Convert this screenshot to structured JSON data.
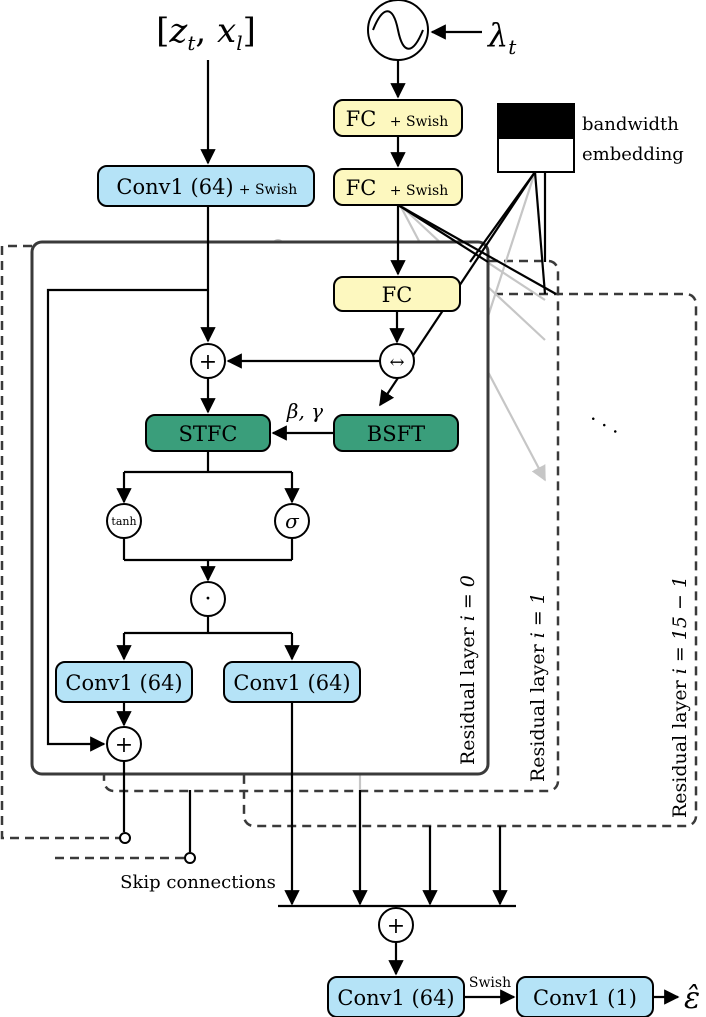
{
  "inputs": {
    "concat_input": "[z_t, x_l]",
    "concat_z": "z",
    "concat_zsub": "t",
    "concat_x": "x",
    "concat_xsub": "l",
    "noise_level": "λ",
    "noise_level_sub": "t"
  },
  "embedding": {
    "label_line1": "bandwidth",
    "label_line2": "embedding"
  },
  "blocks": {
    "fc_swish_1": "FC",
    "fc_swish_2": "FC",
    "swish_suffix": "+ Swish",
    "conv_in": "Conv1 (64)",
    "fc_layer": "FC",
    "stfc": "STFC",
    "bsft": "BSFT",
    "conv_left": "Conv1 (64)",
    "conv_right": "Conv1 (64)",
    "conv_out1": "Conv1 (64)",
    "conv_out2": "Conv1 (1)"
  },
  "nodes": {
    "add": "+",
    "shift": "↔",
    "tanh": "tanh",
    "sigma": "σ",
    "mult": "·"
  },
  "annotations": {
    "beta_gamma": "β, γ",
    "swish": "Swish",
    "skip": "Skip connections",
    "ellipsis": ". . .",
    "output": "ε̂"
  },
  "residual_layers": {
    "layer0_prefix": "Residual layer ",
    "layer0_index": "i = 0",
    "layer1_prefix": "Residual layer ",
    "layer1_index": "i = 1",
    "layer2_prefix": "Residual layer ",
    "layer2_index": "i = 15 − 1"
  },
  "colors": {
    "conv_blue": "#b5e3f7",
    "fc_yellow": "#fdf8bf",
    "film_green": "#3a9e7b"
  }
}
